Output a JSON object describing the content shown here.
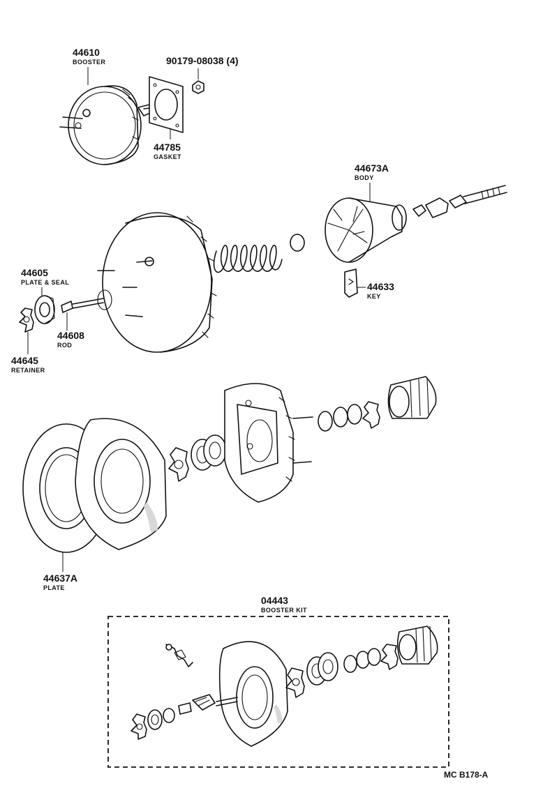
{
  "parts": [
    {
      "id": "p44610",
      "number": "44610",
      "name": "BOOSTER"
    },
    {
      "id": "p90179",
      "number": "90179-08038 (4)",
      "name": ""
    },
    {
      "id": "p44785",
      "number": "44785",
      "name": "GASKET"
    },
    {
      "id": "p44673A",
      "number": "44673A",
      "name": "BODY"
    },
    {
      "id": "p44605",
      "number": "44605",
      "name": "PLATE & SEAL"
    },
    {
      "id": "p44633",
      "number": "44633",
      "name": "KEY"
    },
    {
      "id": "p44608",
      "number": "44608",
      "name": "ROD"
    },
    {
      "id": "p44645",
      "number": "44645",
      "name": "RETAINER"
    },
    {
      "id": "p44637A",
      "number": "44637A",
      "name": "PLATE"
    },
    {
      "id": "p04443",
      "number": "04443",
      "name": "BOOSTER KIT"
    }
  ],
  "figure_code": "MC  B178-A"
}
